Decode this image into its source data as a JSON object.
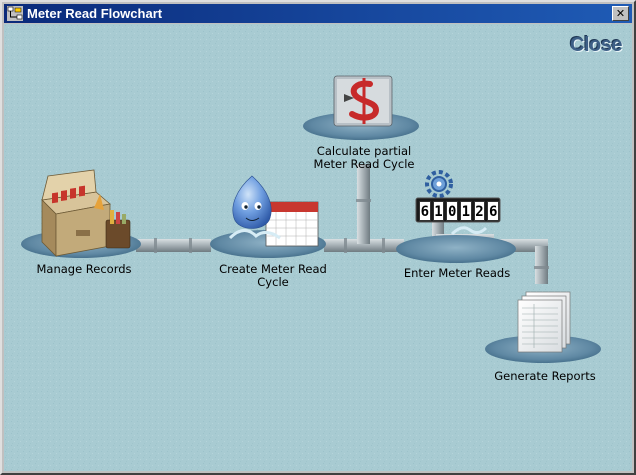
{
  "window": {
    "title": "Meter Read Flowchart",
    "close_glyph": "✕"
  },
  "close_button": {
    "label": "Close"
  },
  "steps": {
    "manage_records": {
      "label": "Manage Records"
    },
    "create_cycle": {
      "label": "Create Meter Read\nCycle"
    },
    "calc_partial": {
      "label": "Calculate partial\nMeter Read Cycle"
    },
    "enter_reads": {
      "label": "Enter Meter Reads"
    },
    "generate_reports": {
      "label": "Generate Reports"
    }
  },
  "meter_display": {
    "digits": [
      "6",
      "1",
      "0",
      "1",
      "2",
      "6"
    ]
  },
  "colors": {
    "background": "#a8cbd2",
    "title_bar": "#0a2a7a",
    "pipe": "#9aa7ad",
    "pad": "#5f88a3",
    "close_text": "#3d5f86"
  },
  "icons": {
    "window": "flowchart-app-icon",
    "manage_records": "file-box-icon",
    "create_cycle": "water-drop-calendar-icon",
    "calc_partial": "dollar-sign-icon",
    "enter_reads": "gear-meter-icon",
    "generate_reports": "report-pages-icon"
  }
}
